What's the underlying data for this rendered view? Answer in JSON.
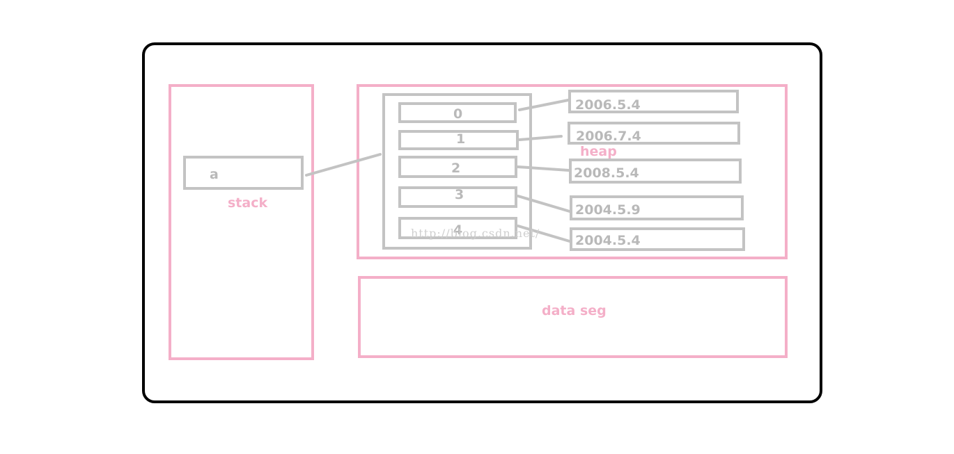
{
  "regions": {
    "stack": "stack",
    "heap": "heap",
    "data_seg": "data seg"
  },
  "variable": "a",
  "array_indices": [
    "0",
    "1",
    "2",
    "3",
    "4"
  ],
  "dates": [
    "2006.5.4",
    "2006.7.4",
    "2008.5.4",
    "2004.5.9",
    "2004.5.4"
  ],
  "watermark": "http://blog.csdn.net/",
  "colors": {
    "outline": "#000000",
    "region": "#f4afc8",
    "object": "#c3c3c3"
  }
}
